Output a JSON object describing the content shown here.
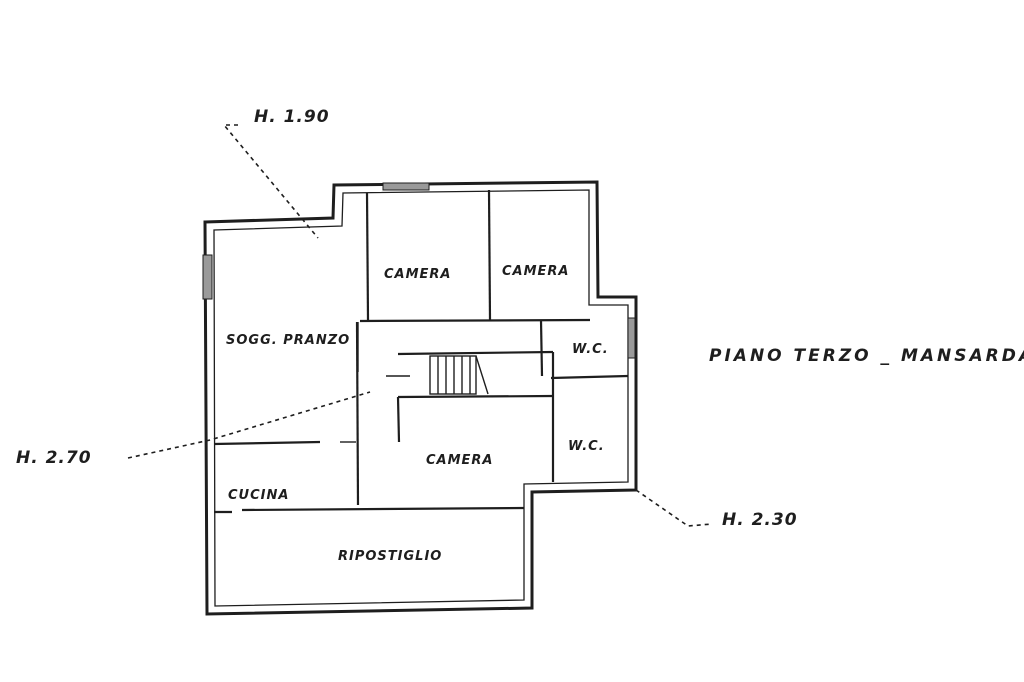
{
  "title": "PIANO TERZO _ MANSARDA",
  "heights": {
    "h190": "H. 1.90",
    "h270": "H. 2.70",
    "h230": "H. 2.30"
  },
  "rooms": {
    "camera_top_left": "CAMERA",
    "camera_top_right": "CAMERA",
    "camera_center": "CAMERA",
    "soggiorno_pranzo": "SOGG. PRANZO",
    "wc_top": "W.C.",
    "wc_bottom": "W.C.",
    "cucina": "CUCINA",
    "ripostiglio": "RIPOSTIGLIO"
  }
}
